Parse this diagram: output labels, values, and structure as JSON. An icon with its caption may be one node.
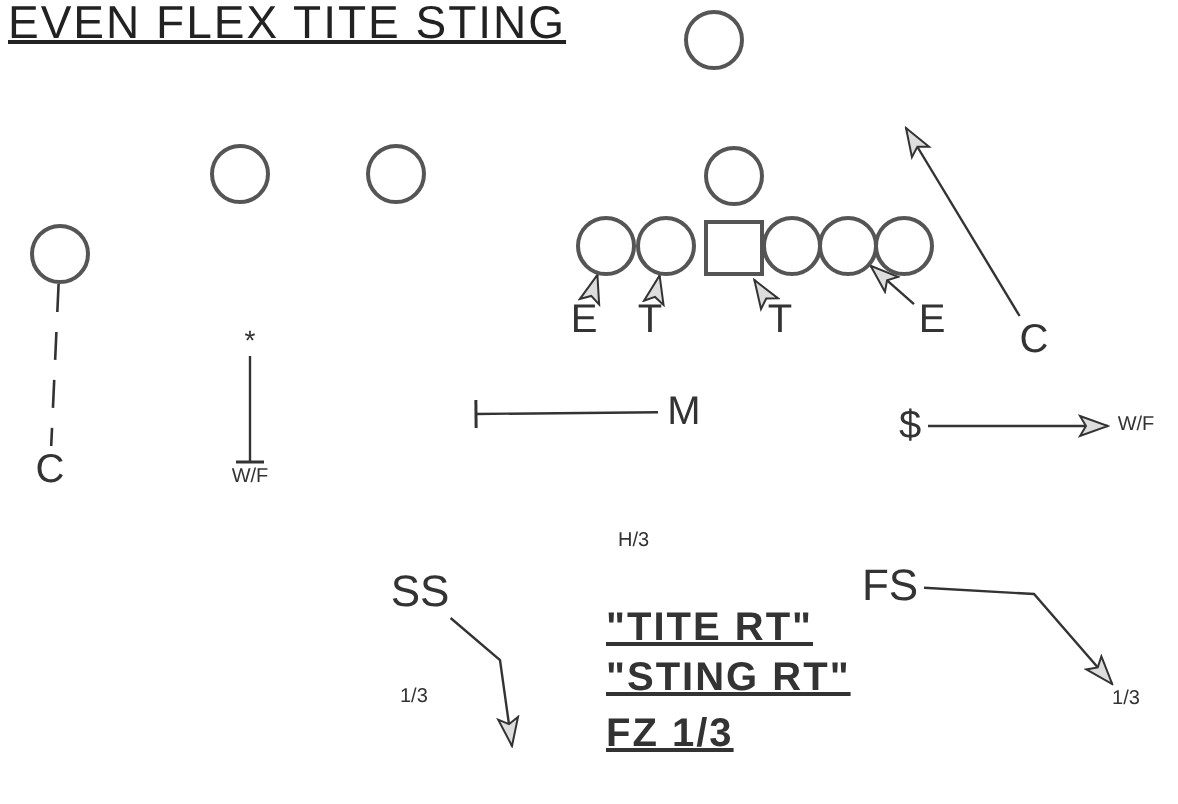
{
  "diagram": {
    "title": "EVEN FLEX TITE STING",
    "nodes": [
      {
        "text": [],
        "shape": "circle"
      },
      {
        "text": [],
        "shape": "circle"
      },
      {
        "text": [],
        "shape": "circle"
      },
      {
        "text": [],
        "shape": "circle"
      },
      {
        "text": [],
        "shape": "circle"
      },
      {
        "text": [],
        "shape": "circle"
      },
      {
        "text": [],
        "shape": "circle"
      },
      {
        "text": [],
        "shape": "box"
      },
      {
        "text": [],
        "shape": "circle"
      },
      {
        "text": [],
        "shape": "circle"
      },
      {
        "text": [],
        "shape": "circle"
      },
      {
        "text": [
          "E"
        ]
      },
      {
        "text": [
          "T"
        ]
      },
      {
        "text": [
          "T"
        ]
      },
      {
        "text": [
          "E"
        ]
      },
      {
        "text": [
          "C"
        ]
      },
      {
        "text": [
          "*"
        ]
      },
      {
        "text": [
          "W/F"
        ]
      },
      {
        "text": [
          "C"
        ]
      },
      {
        "text": [
          "M"
        ]
      },
      {
        "text": [
          "$"
        ]
      },
      {
        "text": [
          "W/F"
        ]
      },
      {
        "text": [
          "SS"
        ]
      },
      {
        "text": [
          "FS"
        ]
      },
      {
        "text": [
          "1/3"
        ]
      }
    ],
    "edges": [
      {
        "from": 11,
        "to": 4,
        "arrow": "to"
      },
      {
        "from": 12,
        "to": 5,
        "arrow": "to"
      },
      {
        "from": 13,
        "to": 7,
        "arrow": "to"
      },
      {
        "from": 14,
        "to": 9,
        "arrow": "to"
      },
      {
        "from": 15,
        "to": null,
        "arrow": "to"
      },
      {
        "from": 16,
        "to": 17,
        "arrow": "other"
      },
      {
        "from": 3,
        "to": 18,
        "arrow": "none",
        "style": "dashed"
      },
      {
        "from": 19,
        "to": null,
        "arrow": "other"
      },
      {
        "from": 20,
        "to": 21,
        "arrow": "to"
      },
      {
        "from": 22,
        "to": null,
        "arrow": "to"
      },
      {
        "from": 23,
        "to": 24,
        "arrow": "to"
      }
    ],
    "labels": [
      "H/3",
      "1/3",
      "\"TITE RT\"",
      "\"STING RT\"",
      "FZ 1/3"
    ]
  }
}
